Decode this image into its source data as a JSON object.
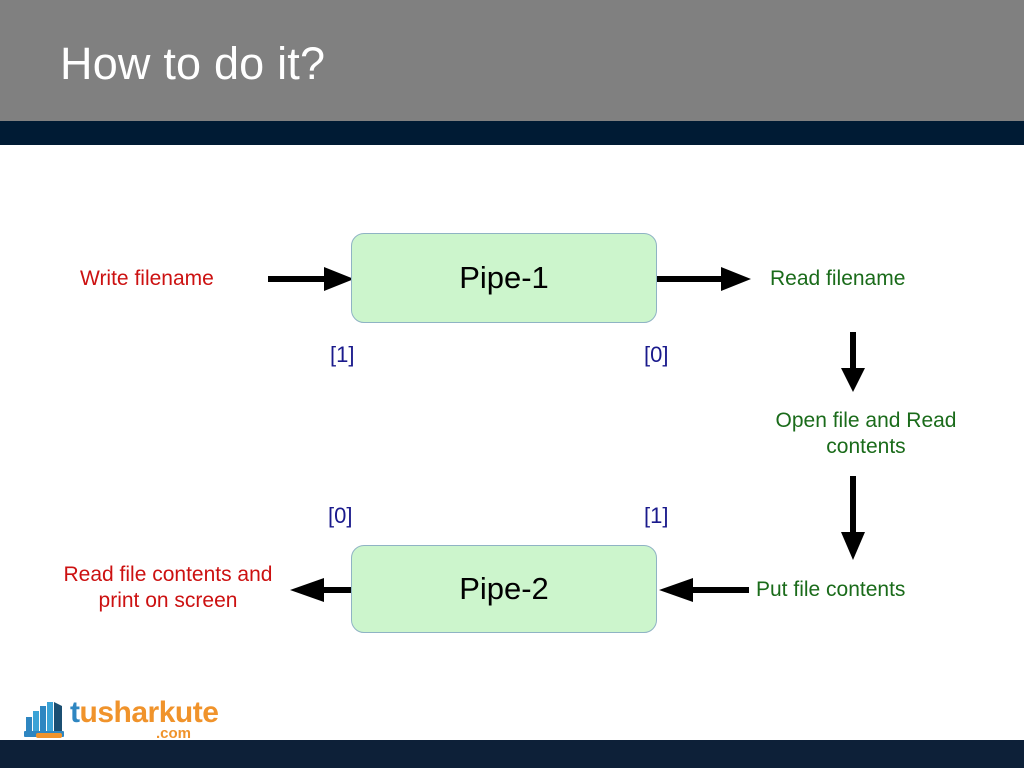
{
  "slide": {
    "title": "How to do it?",
    "header_bg": "#808080",
    "header_rule_color": "#001b34",
    "footer_bg": "#0d2038"
  },
  "diagram": {
    "boxes": [
      {
        "id": "pipe-1",
        "label": "Pipe-1",
        "fill": "#ccf5cc",
        "border": "#8fb3c4"
      },
      {
        "id": "pipe-2",
        "label": "Pipe-2",
        "fill": "#ccf5cc",
        "border": "#8fb3c4"
      }
    ],
    "labels": {
      "write_filename": "Write filename",
      "read_filename": "Read filename",
      "open_read_contents": "Open file and Read contents",
      "put_file_contents": "Put file contents",
      "read_print_screen": "Read file contents and print on screen"
    },
    "ports": {
      "pipe1_write_end": "[1]",
      "pipe1_read_end": "[0]",
      "pipe2_read_end": "[0]",
      "pipe2_write_end": "[1]"
    },
    "colors": {
      "write_side": "#cc1111",
      "read_side": "#1a6b1a",
      "port_number": "#1a1a8c",
      "arrow": "#000000"
    }
  },
  "logo": {
    "word_first": "t",
    "word_rest": "usharkute",
    "domain": ".com",
    "word_color": "#f0932b",
    "accent_color": "#2e86c1"
  }
}
